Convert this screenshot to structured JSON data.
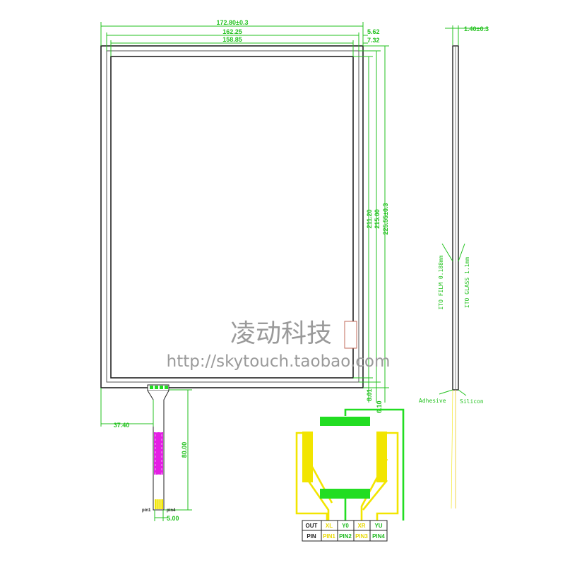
{
  "colors": {
    "dimension_green": "#23c21f",
    "outline_black": "#222222",
    "pin_yellow": "#f2e500",
    "pin_green": "#22dd22",
    "tail_magenta": "#e41ee4",
    "watermark_gray": "#9a9a9a"
  },
  "front_view": {
    "dims_top": {
      "overall": "172.80±0.3",
      "film": "162.25",
      "view": "158.85"
    },
    "dims_right_top": {
      "offset_film": "5.62",
      "offset_view": "7.32"
    },
    "dims_right": {
      "view_h": "211.20",
      "film_h": "215.00",
      "overall_h": "225.55±0.3"
    },
    "dims_right_bottom": {
      "offset_a": "8.01",
      "offset_b": "6.10"
    },
    "tail": {
      "offset": "37.40",
      "length": "80.00",
      "pitch": "5.00",
      "pin_first": "pin1",
      "pin_last": "pin4"
    }
  },
  "side_view": {
    "thickness": "1.40±0.3",
    "layer_film": "ITO FILM 0.188mm",
    "layer_glass": "ITO GLASS 1.1mm",
    "adhesive": "Adhesive",
    "silicon": "Silicon"
  },
  "pin_table": {
    "row1_head": "OUT",
    "row1": [
      "XL",
      "Y0",
      "XR",
      "YU"
    ],
    "row2_head": "PIN",
    "row2": [
      "PIN1",
      "PIN2",
      "PIN3",
      "PIN4"
    ]
  },
  "watermark": {
    "name": "凌动科技",
    "url": "http://skytouch.taobao.com"
  }
}
